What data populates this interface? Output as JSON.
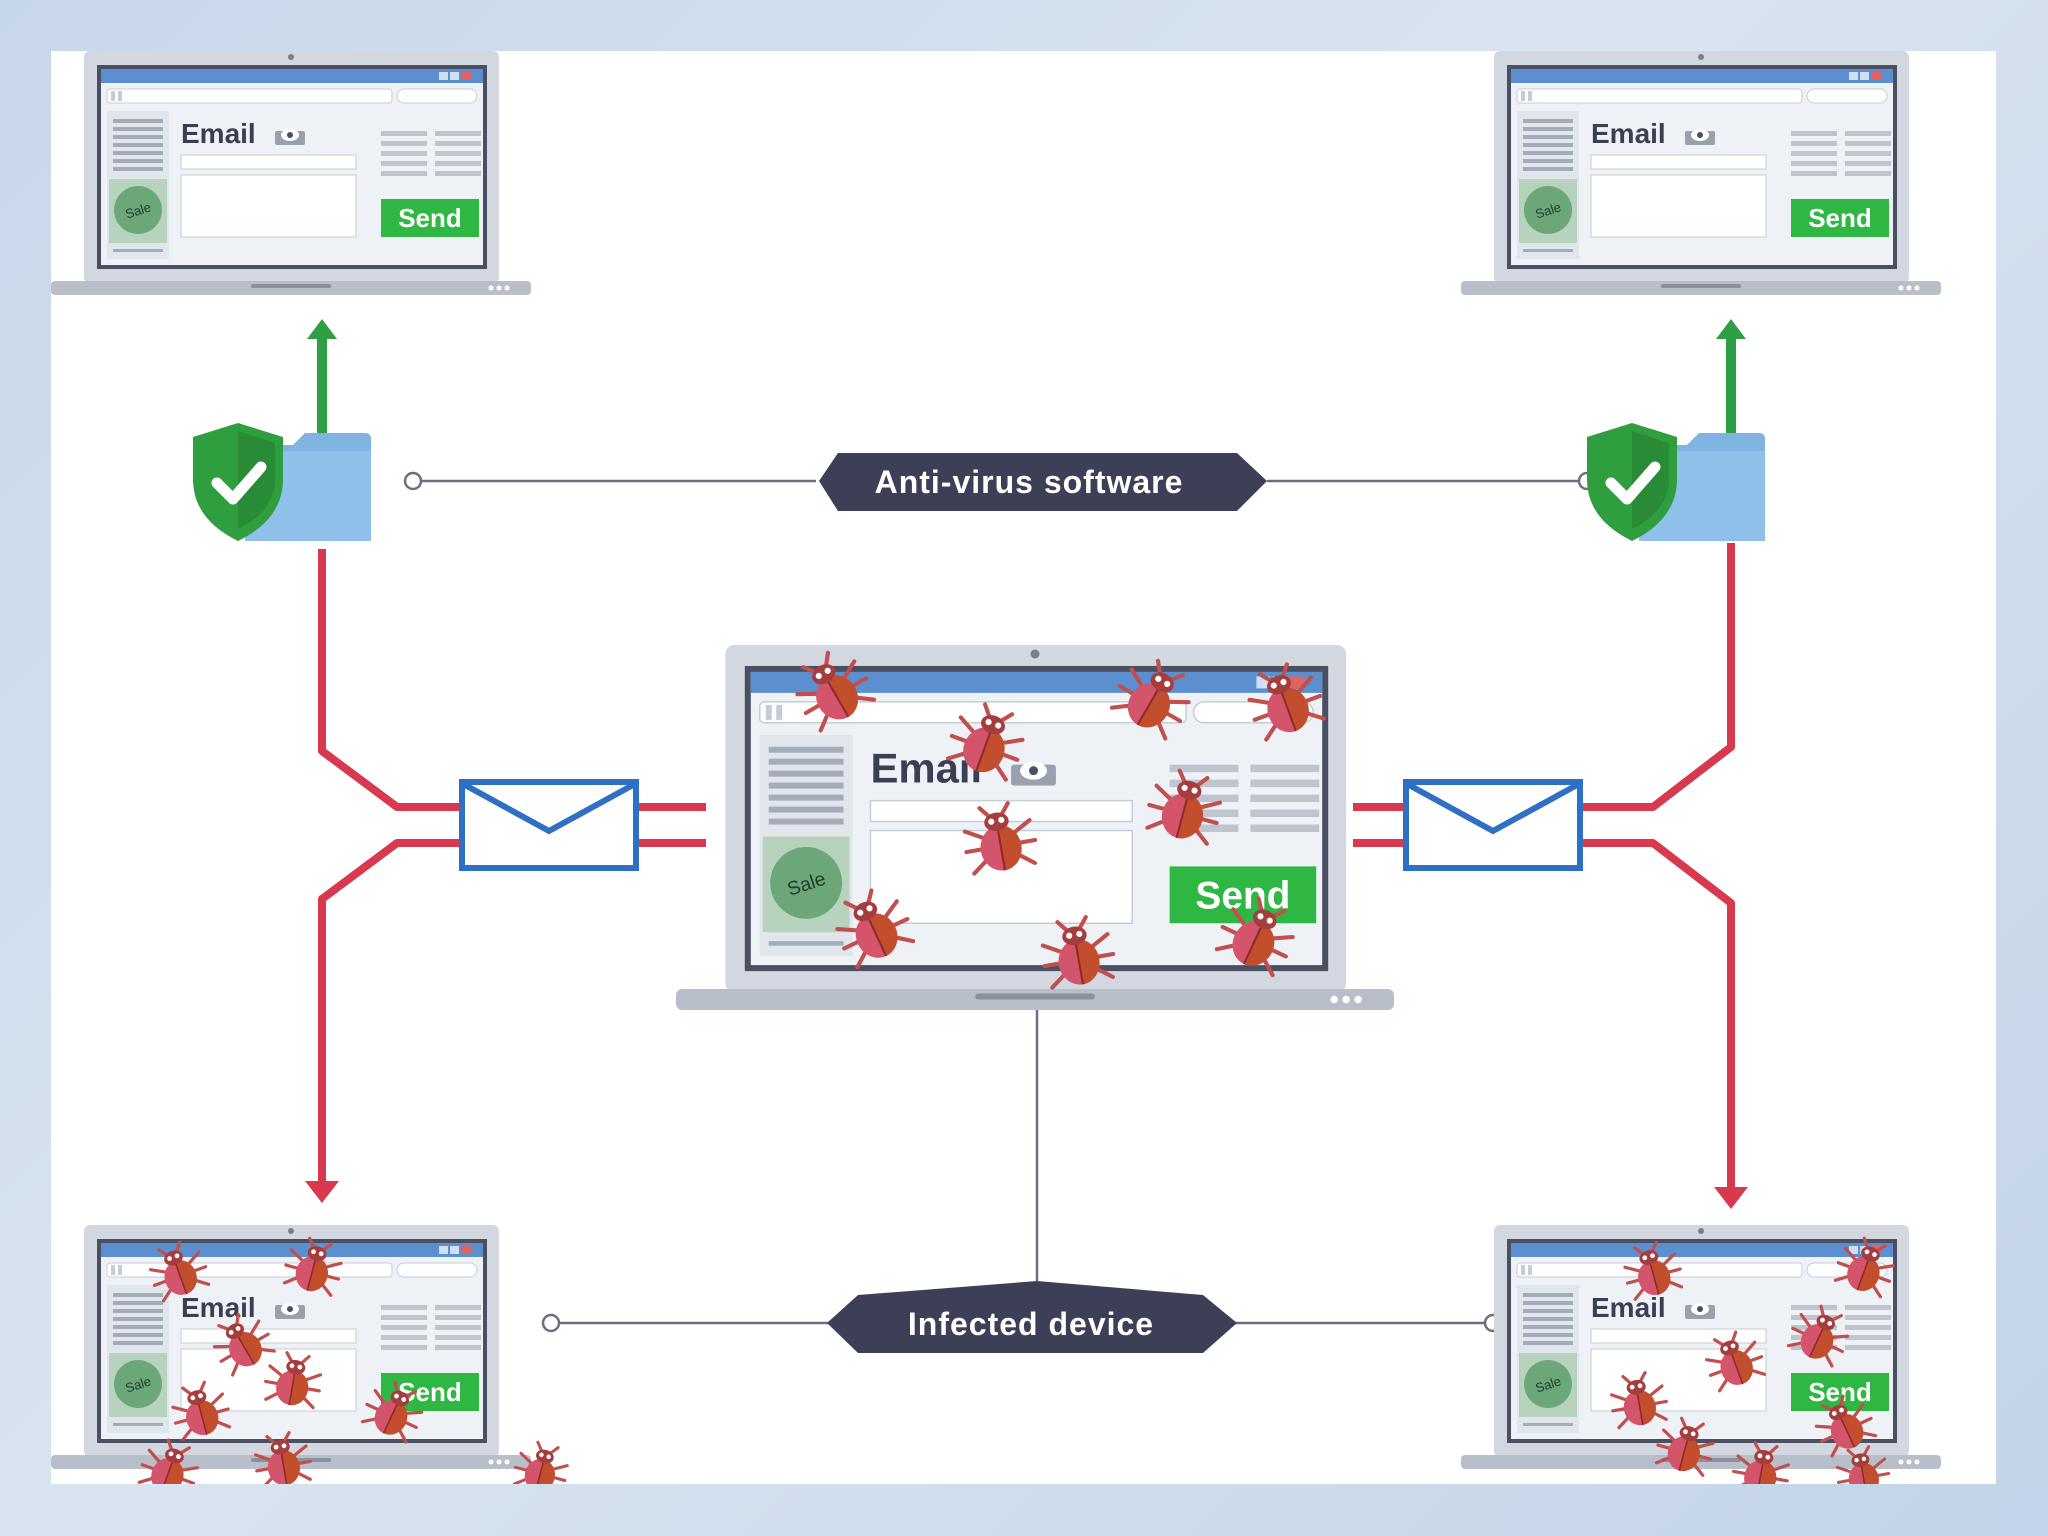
{
  "labels": {
    "antivirus": "Anti-virus software",
    "infected": "Infected device"
  },
  "laptop_screen": {
    "email_label": "Email",
    "send_label": "Send",
    "sale_badge": "Sale"
  },
  "colors": {
    "infection_line": "#d8394e",
    "clean_arrow": "#2ea043",
    "shield": "#2f9e3f",
    "folder": "#7fb3e0",
    "envelope": "#2f6fc4",
    "label_bg": "#3d3f57",
    "send_button": "#2fb744",
    "bug": "#c0504d"
  },
  "icons": [
    "laptop-icon",
    "shield-check-icon",
    "folder-icon",
    "envelope-icon",
    "bug-icon",
    "eye-icon"
  ]
}
